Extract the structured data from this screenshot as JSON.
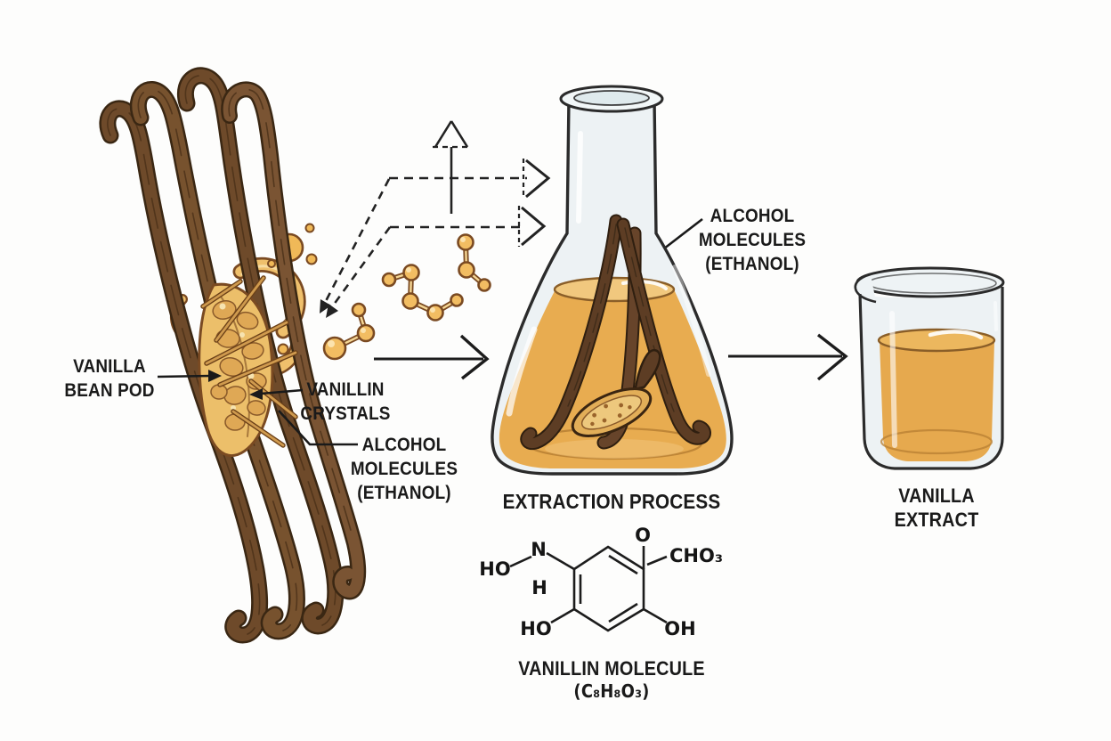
{
  "figure": {
    "description_labels": {
      "vanilla_bean_pod": {
        "lines": [
          "VANILLA",
          "BEAN POD"
        ]
      },
      "vanillin_crystals": {
        "lines": [
          "VANILLIN",
          "CRYSTALS"
        ]
      },
      "alcohol_molecules_left": {
        "lines": [
          "ALCOHOL",
          "MOLECULES",
          "(ETHANOL)"
        ]
      },
      "alcohol_molecules_flask": {
        "lines": [
          "ALCOHOL",
          "MOLECULES",
          "(ETHANOL)"
        ]
      },
      "extraction_process": "EXTRACTION PROCESS",
      "vanilla_extract": {
        "lines": [
          "VANILLA",
          "EXTRACT"
        ]
      },
      "vanillin_molecule": {
        "title": "VANILLIN MOLECULE",
        "formula": "(C₈H₈O₃)"
      }
    },
    "chemical_structure": {
      "atoms": {
        "ho_upper": "HO",
        "n": "N",
        "h": "H",
        "o": "O",
        "cho3": "CHO₃",
        "ho_lower": "HO",
        "oh_lower": "OH"
      }
    },
    "colors": {
      "outline": "#2b2b2b",
      "text": "#1a1a1a",
      "pod_brown": "#6e4a2a",
      "pod_dark_outline": "#3a2713",
      "gold": "#f0bd64",
      "gold_outline": "#7a4a22",
      "liquid_amber": "#e8ac50",
      "liquid_surface": "#f1c87e",
      "glass_tint": "#edf2f4"
    }
  }
}
